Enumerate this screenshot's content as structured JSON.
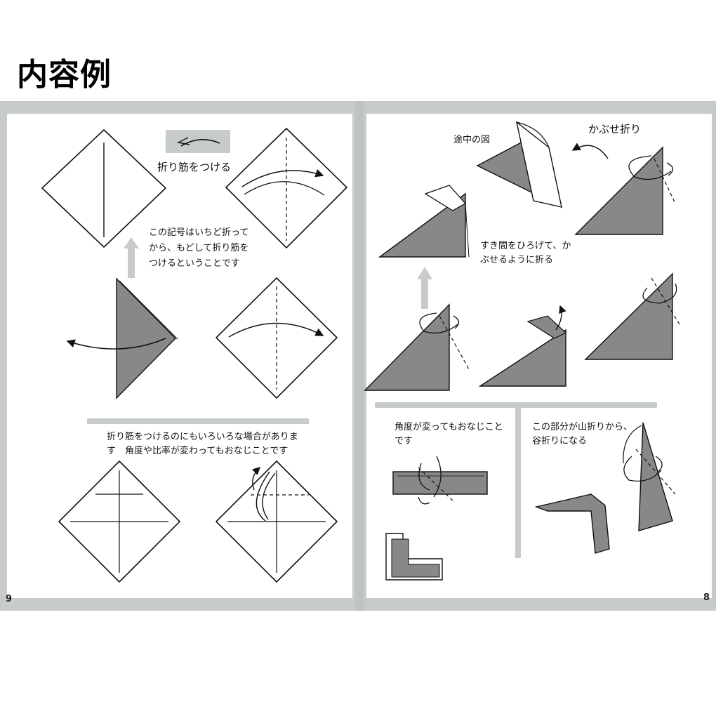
{
  "heading": "内容例",
  "page_left": {
    "page_number": "9",
    "crease_label": "折り筋をつける",
    "symbol_note": [
      "この記号はいちど折って",
      "から、もどして折り筋を",
      "つけるということです"
    ],
    "bottom_note": [
      "折り筋をつけるのにもいろいろな場合がありま",
      "す　角度や比率が変わってもおなじことです"
    ]
  },
  "page_right": {
    "page_number": "8",
    "midway_label": "途中の図",
    "fold_label": "かぶせ折り",
    "open_note": [
      "すき間をひろげて、か",
      "ぶせるように折る"
    ],
    "angle_note": [
      "角度が変ってもおなじこと",
      "です"
    ],
    "mountain_note": [
      "この部分が山折りから、",
      "谷折りになる"
    ]
  }
}
